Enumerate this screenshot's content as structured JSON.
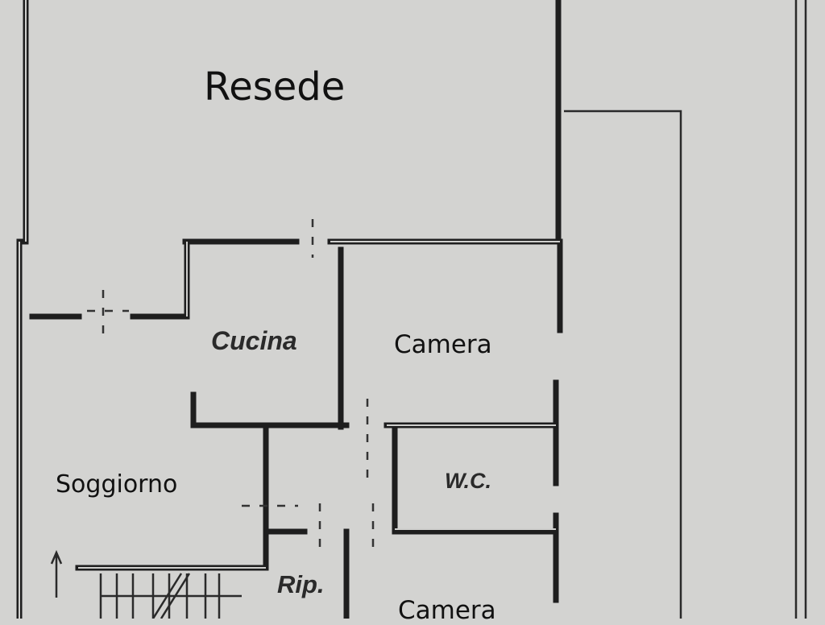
{
  "rooms": {
    "resede": "Resede",
    "cucina": "Cucina",
    "camera_top": "Camera",
    "wc": "W.C.",
    "soggiorno": "Soggiorno",
    "ripostiglio": "Rip.",
    "camera_bottom": "Camera"
  },
  "colors": {
    "background": "#d3d3d1",
    "walls": "#1e1e1e"
  }
}
